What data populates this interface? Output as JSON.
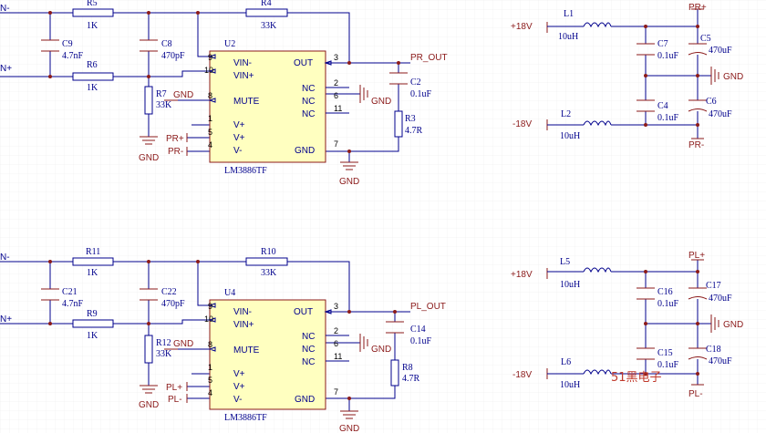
{
  "amp_top": {
    "in_minus": "N-",
    "in_plus": "N+",
    "r5": {
      "ref": "R5",
      "val": "1K"
    },
    "r4": {
      "ref": "R4",
      "val": "33K"
    },
    "r6": {
      "ref": "R6",
      "val": "1K"
    },
    "r7": {
      "ref": "R7",
      "val": "33K"
    },
    "r3": {
      "ref": "R3",
      "val": "4.7R"
    },
    "c9": {
      "ref": "C9",
      "val": "4.7nF"
    },
    "c8": {
      "ref": "C8",
      "val": "470pF"
    },
    "c2": {
      "ref": "C2",
      "val": "0.1uF"
    },
    "ic": {
      "ref": "U2",
      "part": "LM3886TF"
    },
    "out_net": "PR_OUT",
    "vplus": "PR+",
    "vminus": "PR-",
    "gnd": "GND"
  },
  "amp_bottom": {
    "in_minus": "N-",
    "in_plus": "N+",
    "r11": {
      "ref": "R11",
      "val": "1K"
    },
    "r10": {
      "ref": "R10",
      "val": "33K"
    },
    "r9": {
      "ref": "R9",
      "val": "1K"
    },
    "r12": {
      "ref": "R12",
      "val": "33K"
    },
    "r8": {
      "ref": "R8",
      "val": "4.7R"
    },
    "c21": {
      "ref": "C21",
      "val": "4.7nF"
    },
    "c22": {
      "ref": "C22",
      "val": "470pF"
    },
    "c14": {
      "ref": "C14",
      "val": "0.1uF"
    },
    "ic": {
      "ref": "U4",
      "part": "LM3886TF"
    },
    "out_net": "PL_OUT",
    "vplus": "PL+",
    "vminus": "PL-",
    "gnd": "GND"
  },
  "ic_pins": {
    "vin_minus": "VIN-",
    "vin_plus": "VIN+",
    "mute": "MUTE",
    "vp": "V+",
    "vm": "V-",
    "out": "OUT",
    "nc": "NC",
    "gnd": "GND",
    "n1": "1",
    "n2": "2",
    "n3": "3",
    "n4": "4",
    "n5": "5",
    "n6": "6",
    "n7": "7",
    "n8": "8",
    "n9": "9",
    "n10": "10",
    "n11": "11"
  },
  "psu_top": {
    "vpos": "+18V",
    "vneg": "-18V",
    "l1": {
      "ref": "L1",
      "val": "10uH"
    },
    "l2": {
      "ref": "L2",
      "val": "10uH"
    },
    "c7": {
      "ref": "C7",
      "val": "0.1uF"
    },
    "c4": {
      "ref": "C4",
      "val": "0.1uF"
    },
    "c5": {
      "ref": "C5",
      "val": "470uF"
    },
    "c6": {
      "ref": "C6",
      "val": "470uF"
    },
    "rail_pos": "PR+",
    "rail_neg": "PR-",
    "gnd": "GND"
  },
  "psu_bottom": {
    "vpos": "+18V",
    "vneg": "-18V",
    "l5": {
      "ref": "L5",
      "val": "10uH"
    },
    "l6": {
      "ref": "L6",
      "val": "10uH"
    },
    "c16": {
      "ref": "C16",
      "val": "0.1uF"
    },
    "c15": {
      "ref": "C15",
      "val": "0.1uF"
    },
    "c17": {
      "ref": "C17",
      "val": "470uF"
    },
    "c18": {
      "ref": "C18",
      "val": "470uF"
    },
    "rail_pos": "PL+",
    "rail_neg": "PL-",
    "gnd": "GND"
  },
  "watermark": "51黑电子",
  "colors": {
    "wire": "#00008c",
    "component": "#8b1a1a",
    "ic_fill": "#ffffc0",
    "grid": "#ededed"
  }
}
